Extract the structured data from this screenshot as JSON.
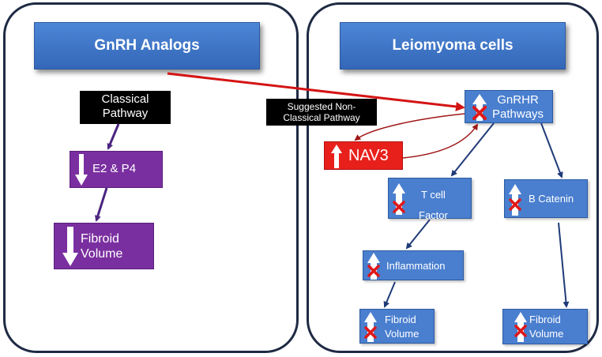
{
  "left_panel": {
    "title": "GnRH Analogs",
    "classical_pathway": [
      "Classical",
      "Pathway"
    ],
    "e2p4": "E2 & P4",
    "fibroid_volume": [
      "Fibroid",
      "Volume"
    ]
  },
  "right_panel": {
    "title": "Leiomyoma cells",
    "gnrhr": [
      "GnRHR",
      "Pathways"
    ],
    "nav3": "NAV3",
    "tcell": [
      "T cell",
      "Factor"
    ],
    "bcatenin": "B Catenin",
    "inflammation": "Inflammation",
    "fibroid_volume_a": [
      "Fibroid",
      "Volume"
    ],
    "fibroid_volume_b": [
      "Fibroid",
      "Volume"
    ]
  },
  "non_classical": [
    "Suggested Non-",
    "Classical Pathway"
  ],
  "colors": {
    "panel_border": "#1f2a44",
    "banner_blue": "#3f76c8",
    "purple": "#7a2fa0",
    "box_blue": "#4a7fcf",
    "red": "#e8201c",
    "arrow_purple": "#4b2580",
    "arrow_navy": "#1f3a78",
    "arrow_red": "#d41414",
    "arrow_darkred": "#a01818"
  }
}
